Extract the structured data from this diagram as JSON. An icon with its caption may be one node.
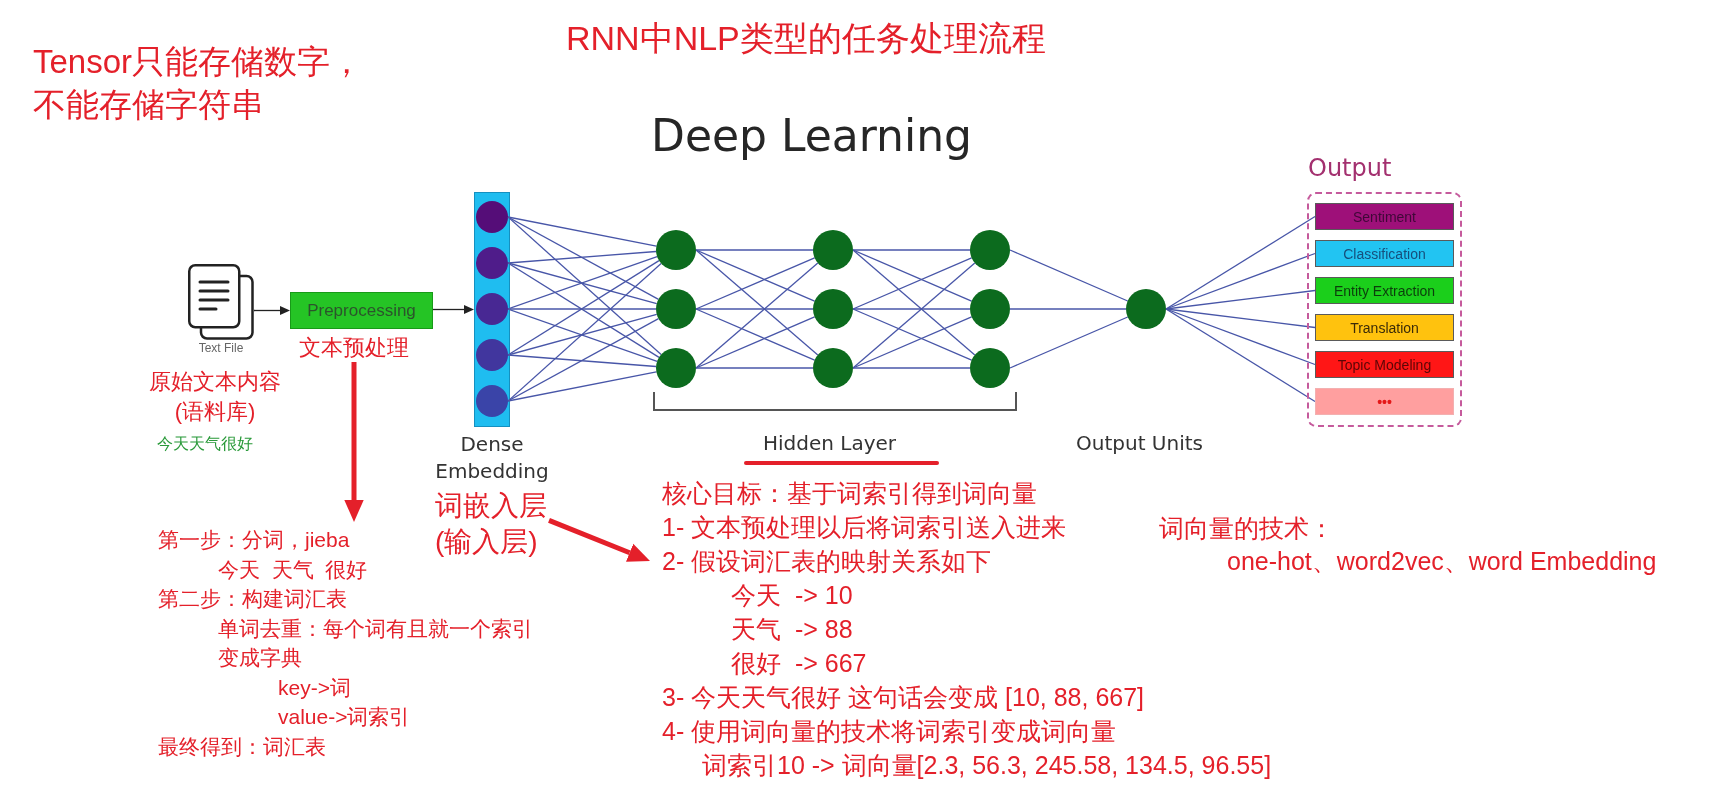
{
  "diagram": {
    "title": "RNN中NLP类型的任务处理流程",
    "nodes": [
      {
        "text": [
          "Text File"
        ],
        "beside": [
          "原始文本内容(语料库)",
          "今天天气很好"
        ]
      },
      {
        "text": [
          "Preprocessing"
        ]
      },
      {
        "text": [
          "文本预处理"
        ]
      },
      {
        "text": [
          "Dense Embedding"
        ]
      },
      {
        "text": [],
        "shape": "circle",
        "in": 3
      },
      {
        "text": [],
        "shape": "circle",
        "in": 3
      },
      {
        "text": [],
        "shape": "circle",
        "in": 3
      },
      {
        "text": [],
        "shape": "circle",
        "in": 3
      },
      {
        "text": [],
        "shape": "circle",
        "in": 3
      },
      {
        "text": [],
        "shape": "circle"
      },
      {
        "text": [],
        "shape": "circle"
      },
      {
        "text": [],
        "shape": "circle"
      },
      {
        "text": [],
        "shape": "circle"
      },
      {
        "text": [],
        "shape": "circle"
      },
      {
        "text": [],
        "shape": "circle"
      },
      {
        "text": [],
        "shape": "circle"
      },
      {
        "text": [],
        "shape": "circle"
      },
      {
        "text": [],
        "shape": "circle"
      },
      {
        "text": [],
        "shape": "circle"
      },
      {
        "text": [
          "Output"
        ]
      },
      {
        "text": [
          "Sentiment"
        ],
        "in": 19
      },
      {
        "text": [
          "Classification"
        ],
        "in": 19
      },
      {
        "text": [
          "Entity Extraction"
        ],
        "in": 19
      },
      {
        "text": [
          "Translation"
        ],
        "in": 19
      },
      {
        "text": [
          "Topic Modeling"
        ],
        "in": 19
      },
      {
        "text": [
          "•••"
        ],
        "in": 19
      },
      {
        "text": [
          "词嵌入层(输入层)"
        ]
      },
      {
        "text": [
          "第一步：分词，jieba",
          "今天  天气  很好",
          "第二步：构建词汇表",
          "单词去重：每个词有且就一个索引",
          "变成字典",
          "key->词",
          "value->词索引",
          "最终得到：词汇表"
        ]
      },
      {
        "text": [
          "核心目标：基于词索引得到词向量",
          "1- 文本预处理以后将词索引送入进来",
          "2- 假设词汇表的映射关系如下",
          "今天  -> 10",
          "天气  -> 88",
          "很好  -> 667",
          "3- 今天天气很好 这句话会变成 [10, 88, 667]",
          "4- 使用词向量的技术将词索引变成词向量",
          "词索引10 -> 词向量[2.3, 56.3, 245.58, 134.5, 96.55]"
        ]
      }
    ],
    "edges": [
      {
        "from": 0,
        "to": 1,
        "arrow": "to",
        "color": "#222222"
      },
      {
        "from": 1,
        "to": 3,
        "arrow": "to",
        "color": "#222222"
      },
      {
        "from": 2,
        "to": 27,
        "arrow": "to",
        "style": "thick",
        "color": "#e4202a"
      },
      {
        "from": 4,
        "to": 9,
        "arrow": "none"
      },
      {
        "from": 4,
        "to": 10,
        "arrow": "none"
      },
      {
        "from": 4,
        "to": 11,
        "arrow": "none"
      },
      {
        "from": 5,
        "to": 9,
        "arrow": "none"
      },
      {
        "from": 5,
        "to": 10,
        "arrow": "none"
      },
      {
        "from": 5,
        "to": 11,
        "arrow": "none"
      },
      {
        "from": 6,
        "to": 9,
        "arrow": "none"
      },
      {
        "from": 6,
        "to": 10,
        "arrow": "none"
      },
      {
        "from": 6,
        "to": 11,
        "arrow": "none"
      },
      {
        "from": 7,
        "to": 9,
        "arrow": "none"
      },
      {
        "from": 7,
        "to": 10,
        "arrow": "none"
      },
      {
        "from": 7,
        "to": 11,
        "arrow": "none"
      },
      {
        "from": 8,
        "to": 9,
        "arrow": "none"
      },
      {
        "from": 8,
        "to": 10,
        "arrow": "none"
      },
      {
        "from": 8,
        "to": 11,
        "arrow": "none"
      },
      {
        "from": 9,
        "to": 12,
        "arrow": "none"
      },
      {
        "from": 9,
        "to": 13,
        "arrow": "none"
      },
      {
        "from": 9,
        "to": 14,
        "arrow": "none"
      },
      {
        "from": 10,
        "to": 12,
        "arrow": "none"
      },
      {
        "from": 10,
        "to": 13,
        "arrow": "none"
      },
      {
        "from": 10,
        "to": 14,
        "arrow": "none"
      },
      {
        "from": 11,
        "to": 12,
        "arrow": "none"
      },
      {
        "from": 11,
        "to": 13,
        "arrow": "none"
      },
      {
        "from": 11,
        "to": 14,
        "arrow": "none"
      },
      {
        "from": 12,
        "to": 15,
        "arrow": "none"
      },
      {
        "from": 12,
        "to": 16,
        "arrow": "none"
      },
      {
        "from": 12,
        "to": 17,
        "arrow": "none"
      },
      {
        "from": 13,
        "to": 15,
        "arrow": "none"
      },
      {
        "from": 13,
        "to": 16,
        "arrow": "none"
      },
      {
        "from": 13,
        "to": 17,
        "arrow": "none"
      },
      {
        "from": 14,
        "to": 15,
        "arrow": "none"
      },
      {
        "from": 14,
        "to": 16,
        "arrow": "none"
      },
      {
        "from": 14,
        "to": 17,
        "arrow": "none"
      },
      {
        "from": 15,
        "to": 18,
        "arrow": "none"
      },
      {
        "from": 16,
        "to": 18,
        "arrow": "none"
      },
      {
        "from": 17,
        "to": 18,
        "arrow": "none"
      },
      {
        "from": 18,
        "to": 20,
        "arrow": "none"
      },
      {
        "from": 18,
        "to": 21,
        "arrow": "none"
      },
      {
        "from": 18,
        "to": 22,
        "arrow": "none"
      },
      {
        "from": 18,
        "to": 23,
        "arrow": "none"
      },
      {
        "from": 18,
        "to": 24,
        "arrow": "none"
      },
      {
        "from": 18,
        "to": 25,
        "arrow": "none"
      },
      {
        "from": 26,
        "to": 28,
        "arrow": "to",
        "style": "thick",
        "color": "#e4202a"
      }
    ],
    "labels": [
      "Tensor只能存储数字，不能存储字符串",
      "Deep Learning",
      "Hidden Layer",
      "Output Units",
      "词向量的技术：",
      "one-hot、word2vec、word Embedding"
    ]
  }
}
